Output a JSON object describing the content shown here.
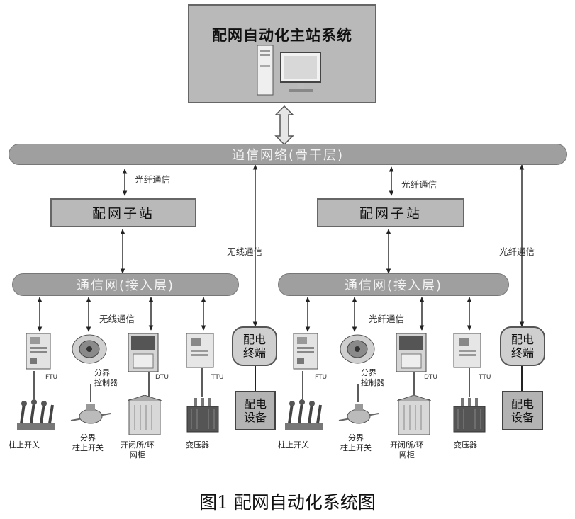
{
  "master": {
    "title": "配网自动化主站系统"
  },
  "backbone": {
    "label": "通信网络(骨干层)"
  },
  "left": {
    "fiber_label": "光纤通信",
    "substation_label": "配网子站",
    "access_label": "通信网(接入层)",
    "wireless_label": "无线通信",
    "side_label": "无线通信",
    "terminal_label": [
      "配电",
      "终端"
    ],
    "equipment_label": [
      "配电",
      "设备"
    ],
    "ftu_tag": "FTU",
    "boundary_ctrl": [
      "分界",
      "控制器"
    ],
    "dtu_tag": "DTU",
    "ttu_tag": "TTU",
    "switch_caption": "柱上开关",
    "boundary_switch_caption": [
      "分界",
      "柱上开关"
    ],
    "ring_caption": [
      "开闭所/环",
      "网柜"
    ],
    "transformer_caption": "变压器"
  },
  "right": {
    "fiber_label": "光纤通信",
    "substation_label": "配网子站",
    "access_label": "通信网(接入层)",
    "fiber_label2": "光纤通信",
    "side_label": "光纤通信",
    "terminal_label": [
      "配电",
      "终端"
    ],
    "equipment_label": [
      "配电",
      "设备"
    ],
    "ftu_tag": "FTU",
    "boundary_ctrl": [
      "分界",
      "控制器"
    ],
    "dtu_tag": "DTU",
    "ttu_tag": "TTU",
    "switch_caption": "柱上开关",
    "boundary_switch_caption": [
      "分界",
      "柱上开关"
    ],
    "ring_caption": [
      "开闭所/环",
      "网柜"
    ],
    "transformer_caption": "变压器"
  },
  "figure_caption": "图1  配网自动化系统图"
}
